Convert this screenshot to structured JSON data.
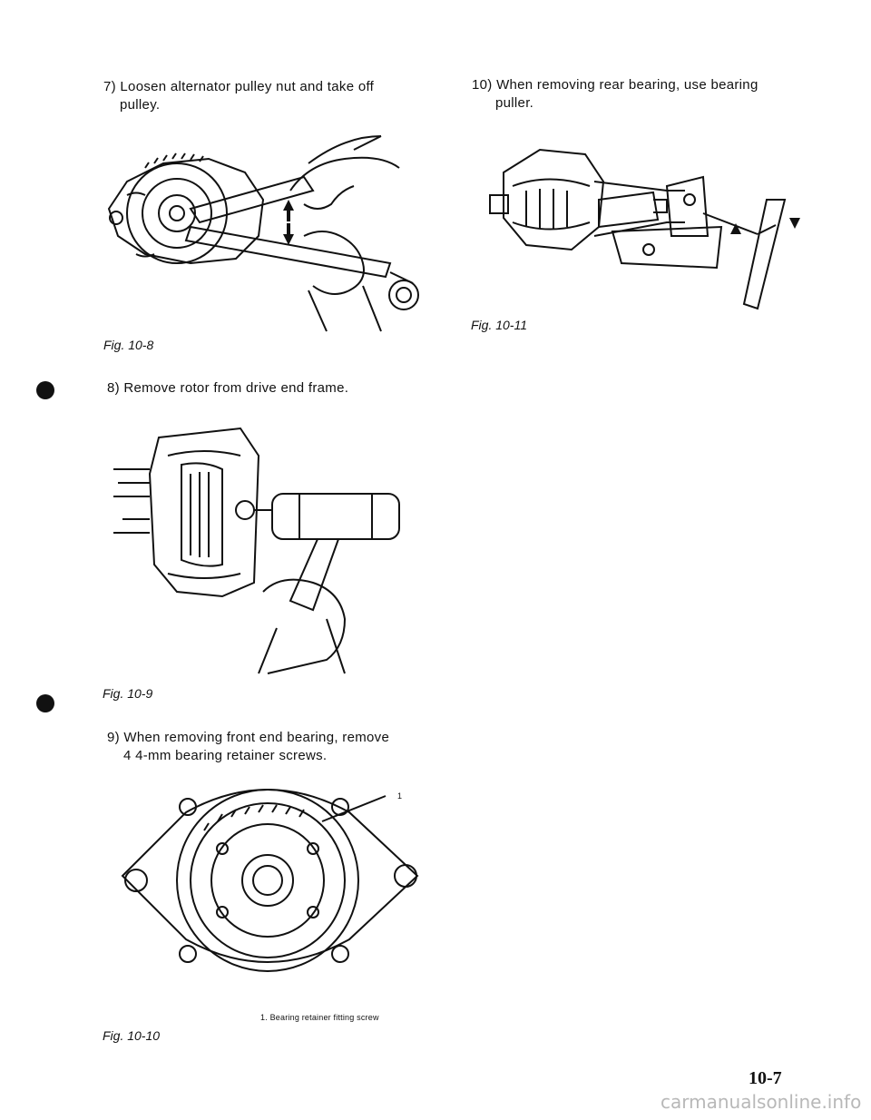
{
  "steps": {
    "s7": {
      "num": "7)",
      "line1": "Loosen alternator pulley nut and take off",
      "line2": "pulley."
    },
    "s8": {
      "num": "8)",
      "line1": "Remove rotor from drive end frame."
    },
    "s9": {
      "num": "9)",
      "line1": "When removing front end bearing, remove",
      "line2": "4 4-mm bearing retainer screws."
    },
    "s10": {
      "num": "10)",
      "line1": "When removing rear bearing, use bearing",
      "line2": "puller."
    }
  },
  "captions": {
    "fig8": "Fig. 10-8",
    "fig9": "Fig. 10-9",
    "fig10": "Fig. 10-10",
    "fig11": "Fig. 10-11"
  },
  "callouts": {
    "fig10_num": "1",
    "fig10_legend": "1.  Bearing retainer fitting screw"
  },
  "page": {
    "number": "10-7",
    "watermark": "carmanualsonline.info"
  }
}
